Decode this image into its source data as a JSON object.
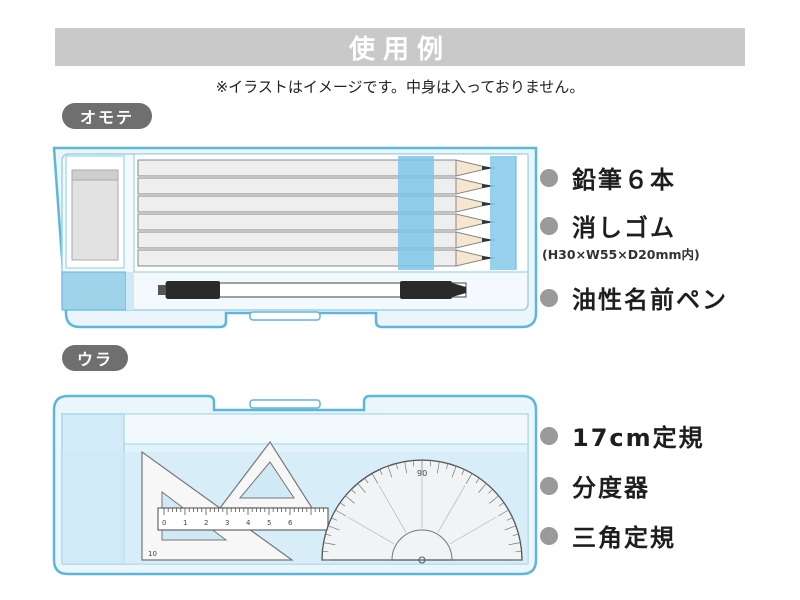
{
  "header": {
    "title": "使用例"
  },
  "note": "※イラストはイメージです。中身は入っておりません。",
  "sections": {
    "front": {
      "label": "オモテ"
    },
    "back": {
      "label": "ウラ"
    }
  },
  "front_features": [
    {
      "label": "鉛筆６本"
    },
    {
      "label": "消しゴム",
      "sub": "(H30×W55×D20mm内)"
    },
    {
      "label": "油性名前ペン"
    }
  ],
  "back_features": [
    {
      "label": "17cm定規"
    },
    {
      "label": "分度器"
    },
    {
      "label": "三角定規"
    }
  ],
  "ruler": {
    "ticks": [
      "0",
      "1",
      "2",
      "3",
      "4",
      "5",
      "6"
    ]
  },
  "protractor": {
    "center_label": "90"
  },
  "triangle": {
    "label": "10"
  },
  "colors": {
    "case_blue": "#5fb6dc",
    "case_light": "#dff1fa",
    "accent_blue": "#7cc6e8",
    "banner_gray": "#c9c9c9",
    "pill_gray": "#6f6f6f"
  }
}
